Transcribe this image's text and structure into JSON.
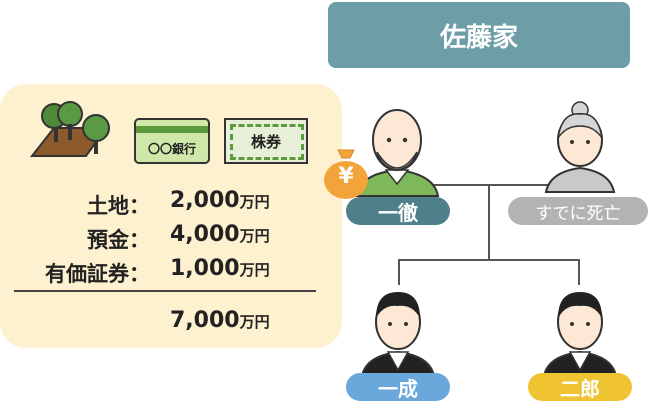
{
  "header": {
    "family_title": "佐藤家"
  },
  "assets": {
    "bank_card_label": "〇〇銀行",
    "stock_label": "株券",
    "yen_symbol": "¥",
    "rows": [
      {
        "label": "土地：",
        "amount": "2,000",
        "unit": "万円"
      },
      {
        "label": "預金：",
        "amount": "4,000",
        "unit": "万円"
      },
      {
        "label": "有価証券：",
        "amount": "1,000",
        "unit": "万円"
      }
    ],
    "total": {
      "amount": "7,000",
      "unit": "万円"
    }
  },
  "people": {
    "father": {
      "name": "一徹"
    },
    "mother": {
      "name": "すでに死亡"
    },
    "son1": {
      "name": "一成"
    },
    "son2": {
      "name": "二郎"
    }
  },
  "colors": {
    "header_bg": "#6d9ea8",
    "panel_bg": "#fdf1cf",
    "father_pill": "#4f7f88",
    "mother_pill": "#b3b3b3",
    "son1_pill": "#6aa8dc",
    "son2_pill": "#f0c332",
    "yen_bag": "#f2a33a"
  }
}
